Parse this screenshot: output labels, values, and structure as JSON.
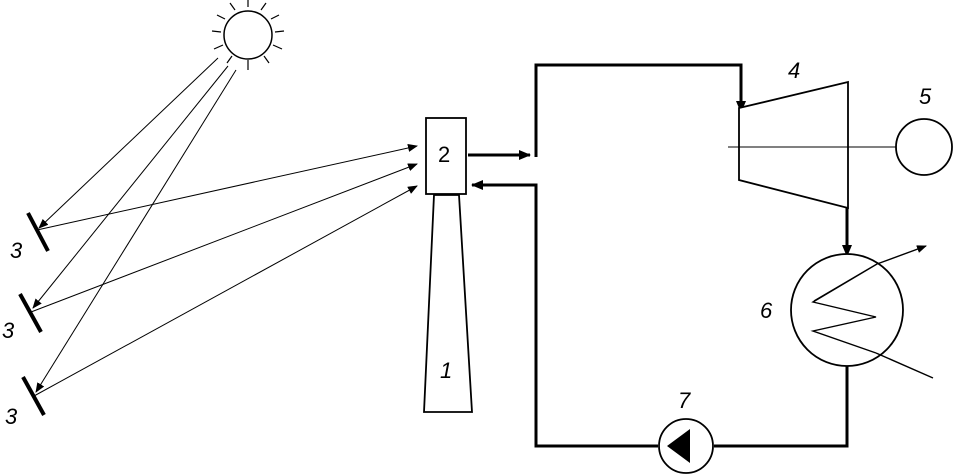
{
  "labels": {
    "tower": "1",
    "receiver": "2",
    "heliostat_top": "3",
    "heliostat_middle": "3",
    "heliostat_bottom": "3",
    "turbine": "4",
    "generator": "5",
    "condenser": "6",
    "pump": "7"
  },
  "colors": {
    "line": "#000000",
    "background": "#ffffff"
  }
}
